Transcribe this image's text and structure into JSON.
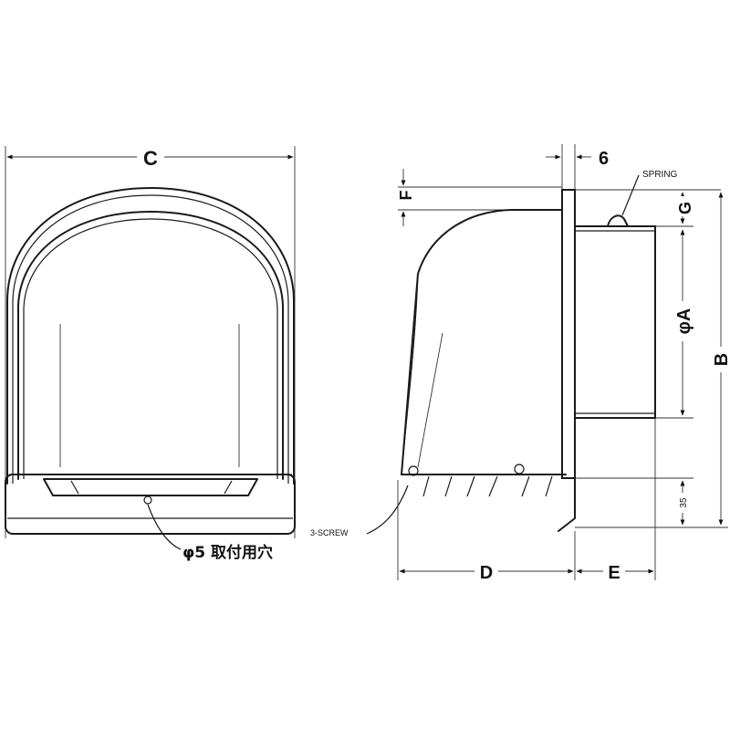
{
  "labels": {
    "c": "C",
    "six": "6",
    "spring": "SPRING",
    "f": "F",
    "g": "G",
    "phi_a": "φA",
    "b": "B",
    "thirty_five": "35",
    "three_screw": "3-SCREW",
    "d": "D",
    "e": "E",
    "mount_hole": "φ5 取付用穴"
  }
}
